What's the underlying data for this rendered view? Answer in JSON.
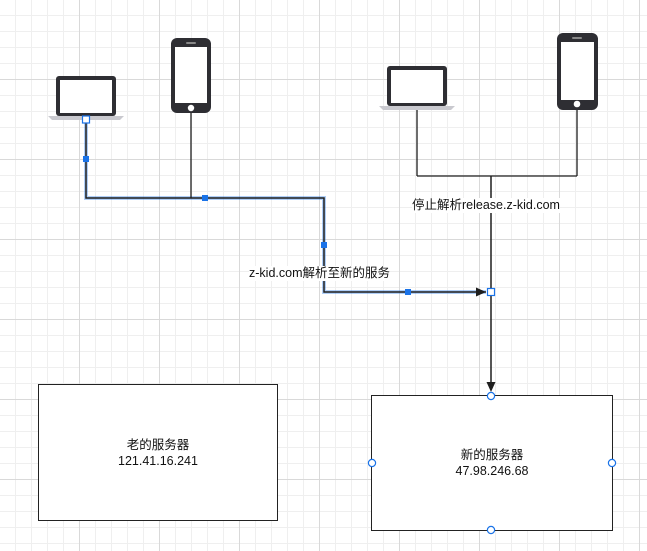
{
  "edges": {
    "migrate_label": "z-kid.com解析至新的服务",
    "stop_label": "停止解析release.z-kid.com"
  },
  "servers": {
    "old": {
      "name": "老的服务器",
      "ip": "121.41.16.241"
    },
    "new": {
      "name": "新的服务器",
      "ip": "47.98.246.68"
    }
  },
  "colors": {
    "selection": "#1a73e8",
    "line": "#1e1e1e",
    "device": "#2e2e33"
  }
}
